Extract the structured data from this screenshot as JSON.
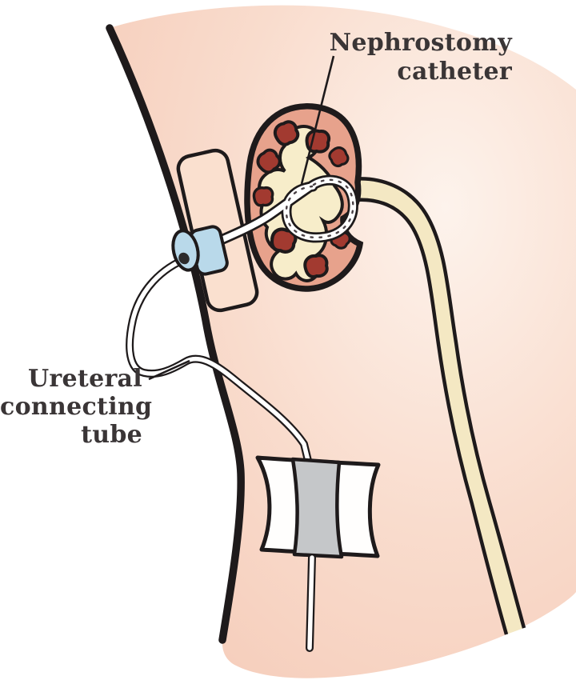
{
  "labels": {
    "nephrostomy_catheter": {
      "line1": "Nephrostomy",
      "line2": "catheter"
    },
    "ureteral_connecting_tube": {
      "line1": "Ureteral",
      "line2": "connecting",
      "line3": "tube"
    }
  },
  "colors": {
    "background": "#ffffff",
    "skin_edge": "#f5cab7",
    "skin_mid": "#f9dccd",
    "skin_highlight": "#fdf3ec",
    "dressing": "#fae0cf",
    "outline": "#1e1a1b",
    "kidney_cortex": "#e7a28c",
    "renal_pelvis": "#f7edca",
    "calyx": "#a23a30",
    "ureter": "#f4e8c3",
    "catheter_tube": "#ffffff",
    "speckle": "#4a4145",
    "connector_blue": "#b9d9ea",
    "connector_hole": "#2c2a2b",
    "tape_white": "#fffefd",
    "tape_gray": "#c5c7c9",
    "label_text": "#3a3536"
  }
}
